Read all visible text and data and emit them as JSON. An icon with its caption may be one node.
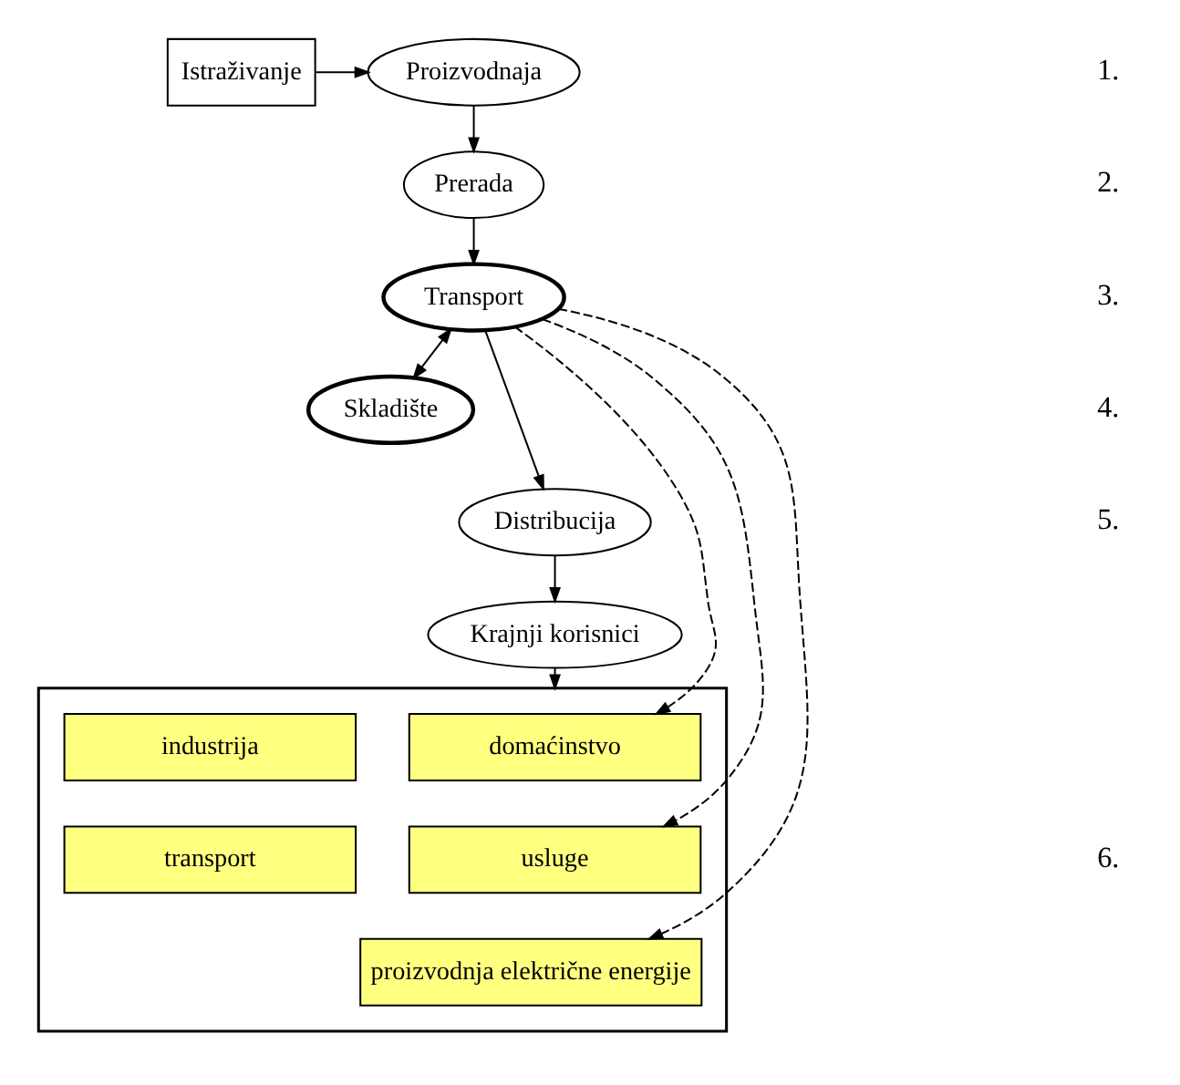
{
  "diagram": {
    "nodes": [
      {
        "text": [
          "Istraživanje"
        ]
      },
      {
        "text": [
          "Proizvodnaja"
        ]
      },
      {
        "text": [
          "Prerada"
        ]
      },
      {
        "text": [
          "Transport"
        ]
      },
      {
        "text": [
          "Skladište"
        ]
      },
      {
        "text": [
          "Distribucija"
        ]
      },
      {
        "text": [
          "Krajnji korisnici"
        ]
      },
      {
        "text": [],
        "shape": "box"
      },
      {
        "text": [
          "domaćinstvo"
        ],
        "in": 7
      },
      {
        "text": [
          "industrija"
        ],
        "in": 7
      },
      {
        "text": [
          "usluge"
        ],
        "in": 7
      },
      {
        "text": [
          "transport"
        ],
        "in": 7
      },
      {
        "text": [
          "proizvodnja električne energije"
        ],
        "in": 7
      }
    ],
    "edges": [
      {
        "from": 0,
        "to": 1,
        "arrow": "to"
      },
      {
        "from": 1,
        "to": 2,
        "arrow": "to"
      },
      {
        "from": 2,
        "to": 3,
        "arrow": "to"
      },
      {
        "from": 3,
        "to": 4,
        "arrow": "both"
      },
      {
        "from": 3,
        "to": 5,
        "arrow": "to"
      },
      {
        "from": 5,
        "to": 6,
        "arrow": "to"
      },
      {
        "from": 6,
        "to": 7,
        "arrow": "to"
      },
      {
        "from": 3,
        "to": 8,
        "arrow": "to",
        "style": "dashed"
      },
      {
        "from": 3,
        "to": 10,
        "arrow": "to",
        "style": "dashed"
      },
      {
        "from": 3,
        "to": 12,
        "arrow": "to",
        "style": "dashed"
      }
    ],
    "labels": [
      "1.",
      "2.",
      "3.",
      "4.",
      "5.",
      "6."
    ]
  }
}
